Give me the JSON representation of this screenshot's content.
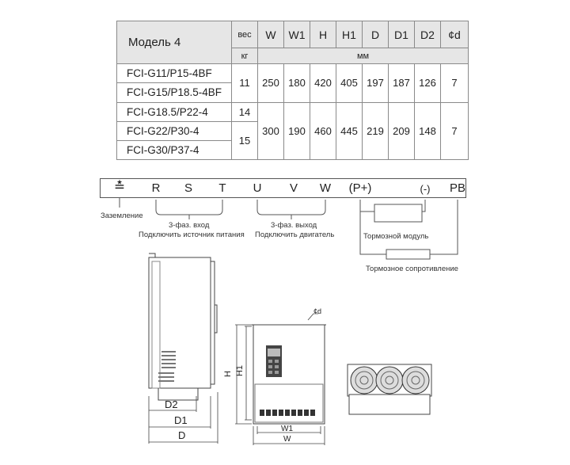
{
  "table": {
    "model_header": "Модель 4",
    "col_headers": [
      "вес",
      "W",
      "W1",
      "H",
      "H1",
      "D",
      "D1",
      "D2",
      "¢d"
    ],
    "units": {
      "weight": "кг",
      "dims": "мм"
    },
    "models": [
      "FCI-G11/P15-4BF",
      "FCI-G15/P18.5-4BF",
      "FCI-G18.5/P22-4",
      "FCI-G22/P30-4",
      "FCI-G30/P37-4"
    ],
    "group1": {
      "weight": "11",
      "W": "250",
      "W1": "180",
      "H": "420",
      "H1": "405",
      "D": "197",
      "D1": "187",
      "D2": "126",
      "d": "7"
    },
    "group2": {
      "weight_a": "14",
      "weight_b": "15",
      "W": "300",
      "W1": "190",
      "H": "460",
      "H1": "445",
      "D": "219",
      "D1": "209",
      "D2": "148",
      "d": "7"
    }
  },
  "terminals": {
    "ground": "≛",
    "items": [
      "R",
      "S",
      "T",
      "U",
      "V",
      "W",
      "(P+)",
      "(-)",
      "PB"
    ]
  },
  "labels": {
    "ground": "Заземление",
    "input_line1": "3-фаз. вход",
    "input_line2": "Подключить источник питания",
    "output_line1": "3-фаз. выход",
    "output_line2": "Подключить двигатель",
    "brake_module": "Тормозной модуль",
    "brake_resistor": "Тормозное сопротивление"
  },
  "dimensions": {
    "side": [
      "D2",
      "D1",
      "D"
    ],
    "front_h": [
      "H",
      "H1"
    ],
    "front_w": [
      "W1",
      "W"
    ],
    "hole": "¢d"
  }
}
